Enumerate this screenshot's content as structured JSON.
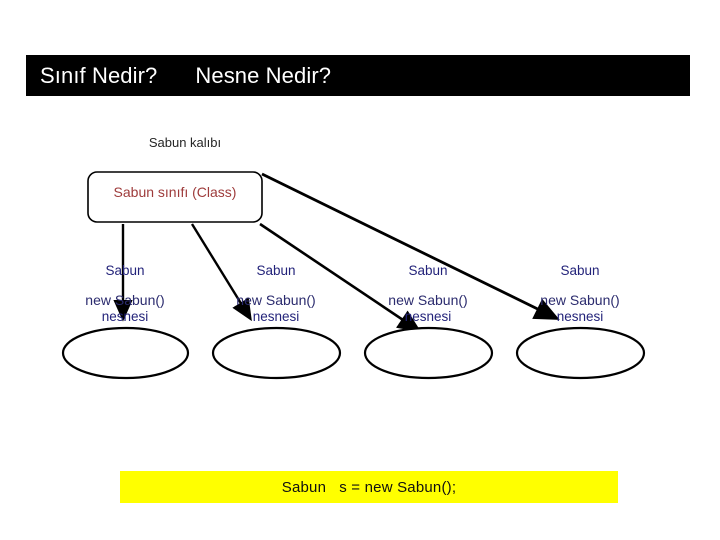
{
  "slide": {
    "background_color": "#ffffff",
    "title": {
      "background_color": "#000000",
      "text_color": "#ffffff",
      "part_1": "Sınıf Nedir?",
      "part_2": "Nesne Nedir?"
    },
    "diagram": {
      "mold_label": "Sabun kalıbı",
      "class_box": {
        "label": "Sabun sınıfı (Class)",
        "text_color": "#9e3b3b",
        "border_color": "#000000"
      },
      "object_text_color": "#23237a",
      "new_text_color": "#2b2b6e",
      "objects": [
        {
          "line_1": "Sabun",
          "line_2": "nesnesi",
          "constructor": "new Sabun()"
        },
        {
          "line_1": "Sabun",
          "line_2": "nesnesi",
          "constructor": "new Sabun()"
        },
        {
          "line_1": "Sabun",
          "line_2": "nesnesi",
          "constructor": "new Sabun()"
        },
        {
          "line_1": "Sabun",
          "line_2": "nesnesi",
          "constructor": "new Sabun()"
        }
      ]
    },
    "code_strip": {
      "highlight_color": "#ffff00",
      "text_color": "#111111",
      "code": "Sabun   s = new Sabun();"
    }
  }
}
